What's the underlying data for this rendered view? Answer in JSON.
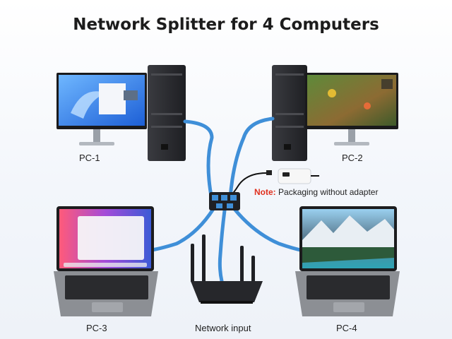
{
  "title": "Network Splitter for 4 Computers",
  "labels": {
    "pc1": "PC-1",
    "pc2": "PC-2",
    "pc3": "PC-3",
    "pc4": "PC-4",
    "network_input": "Network input"
  },
  "note": {
    "prefix": "Note:",
    "text": "Packaging without adapter"
  },
  "colors": {
    "cable": "#3f8fd8",
    "note_accent": "#e0301e",
    "tower": "#2e2f33",
    "device": "#1f2024"
  }
}
